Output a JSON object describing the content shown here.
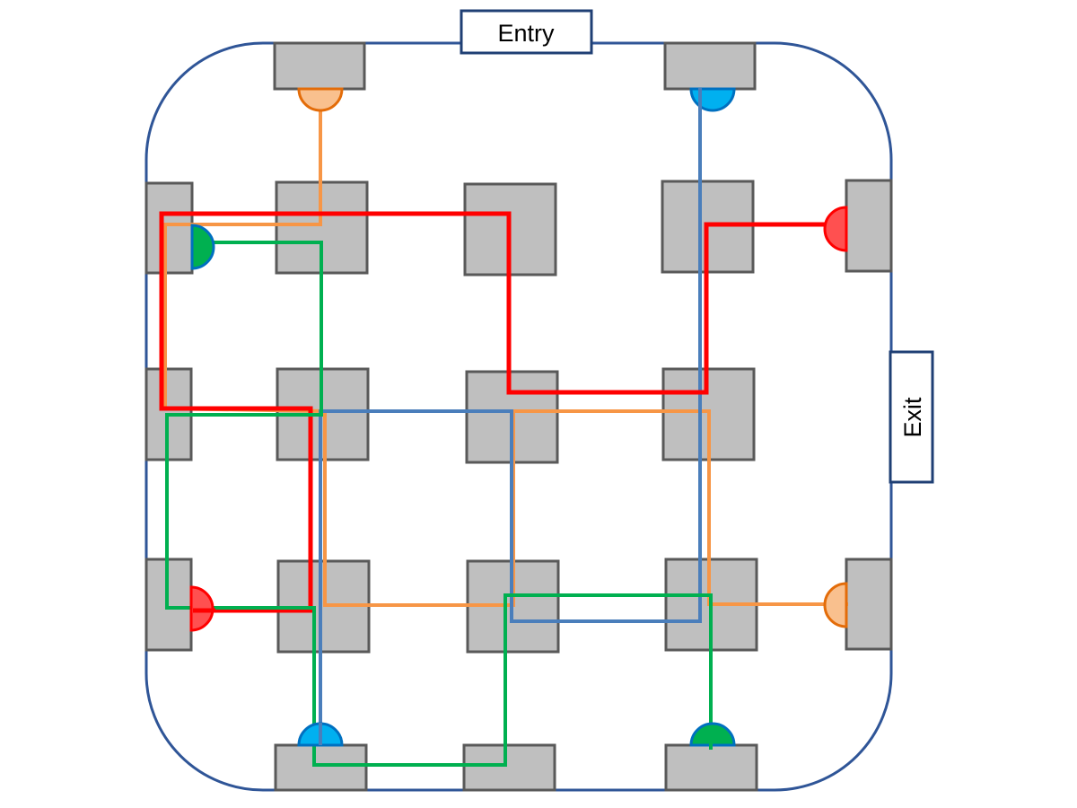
{
  "diagram": {
    "type": "floor-plan-routes",
    "entry_label": "Entry",
    "exit_label": "Exit",
    "colors": {
      "boundary": "#2f5597",
      "label_box": "#1f3f74",
      "station_fill": "#bfbfbf",
      "station_stroke": "#595959"
    },
    "routes": [
      {
        "name": "orange",
        "color": "#f79646",
        "marker_fill": "#f9c08e",
        "marker_stroke": "#e36c09"
      },
      {
        "name": "blue",
        "color": "#4a7ebb",
        "marker_fill": "#00b0f0",
        "marker_stroke": "#0070c0"
      },
      {
        "name": "red",
        "color": "#ff0000",
        "marker_fill": "#ff5050",
        "marker_stroke": "#ff0000"
      },
      {
        "name": "green",
        "color": "#00b050",
        "marker_fill": "#00b050",
        "marker_stroke": "#0070c0"
      }
    ]
  }
}
